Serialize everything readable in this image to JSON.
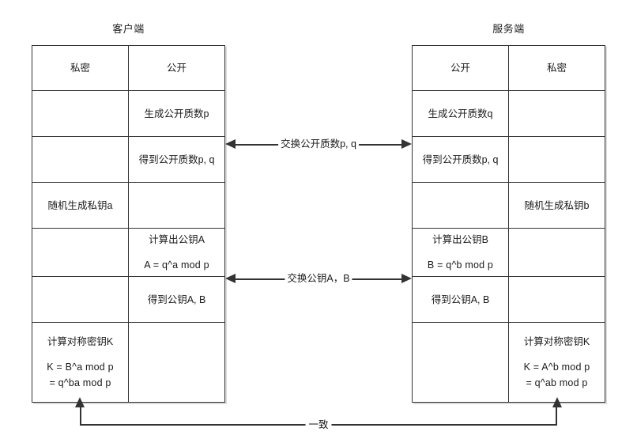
{
  "diagram": {
    "title_client": "客户端",
    "title_server": "服务端",
    "accent_color": "#333333",
    "text_color": "#1a1a1a",
    "background_color": "#ffffff"
  },
  "client_table": {
    "columns": [
      "私密",
      "公开"
    ],
    "rows": [
      {
        "private": "",
        "public": "生成公开质数p"
      },
      {
        "private": "",
        "public": "得到公开质数p, q"
      },
      {
        "private": "随机生成私钥a",
        "public": ""
      },
      {
        "private": "",
        "public": "计算出公钥A",
        "public_line2": "A = q^a mod p"
      },
      {
        "private": "",
        "public": "得到公钥A, B"
      },
      {
        "private": "计算对称密钥K",
        "private_line2": "K = B^a mod p",
        "private_line3": "= q^ba mod p",
        "public": ""
      }
    ]
  },
  "server_table": {
    "columns": [
      "公开",
      "私密"
    ],
    "rows": [
      {
        "public": "生成公开质数q",
        "private": ""
      },
      {
        "public": "得到公开质数p, q",
        "private": ""
      },
      {
        "public": "",
        "private": "随机生成私钥b"
      },
      {
        "public": "计算出公钥B",
        "public_line2": "B = q^b mod p",
        "private": ""
      },
      {
        "public": "得到公钥A, B",
        "private": ""
      },
      {
        "public": "",
        "private": "计算对称密钥K",
        "private_line2": "K = A^b mod p",
        "private_line3": "= q^ab mod p"
      }
    ]
  },
  "connectors": {
    "exchange_primes_label": "交换公开质数p, q",
    "exchange_keys_label": "交换公钥A，B",
    "consistency_label": "一致"
  }
}
